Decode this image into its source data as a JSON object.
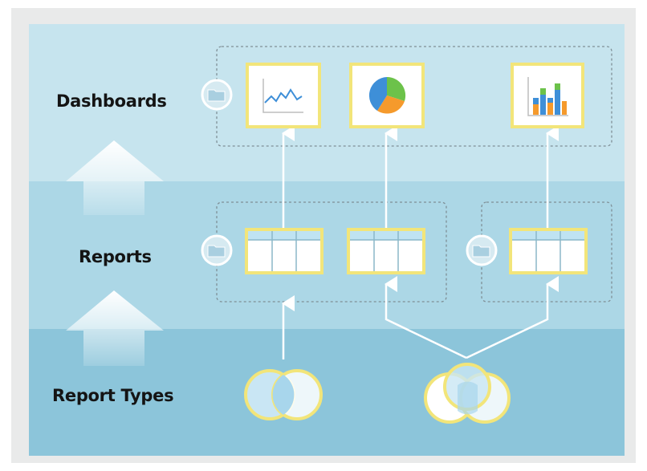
{
  "layers": {
    "dashboards": "Dashboards",
    "reports": "Reports",
    "report_types": "Report Types"
  },
  "colors": {
    "frame_bg": "#e9eaea",
    "dashboards_band": "#c6e4ee",
    "reports_band": "#acd7e6",
    "report_types_band": "#8cc5da",
    "card_border": "#f2e57a",
    "arrow": "#ffffff",
    "chart_blue": "#3e8fd8",
    "chart_green": "#6cc24a",
    "chart_orange": "#f59a2c"
  },
  "icons": {
    "dashboard_cards": [
      "line-chart-icon",
      "pie-chart-icon",
      "bar-chart-icon"
    ],
    "report_cards": [
      "table-icon",
      "table-icon",
      "table-icon"
    ],
    "report_types": [
      "venn-two-circles-icon",
      "venn-three-circles-icon"
    ],
    "folders": [
      "folder-icon",
      "folder-icon",
      "folder-icon"
    ]
  }
}
